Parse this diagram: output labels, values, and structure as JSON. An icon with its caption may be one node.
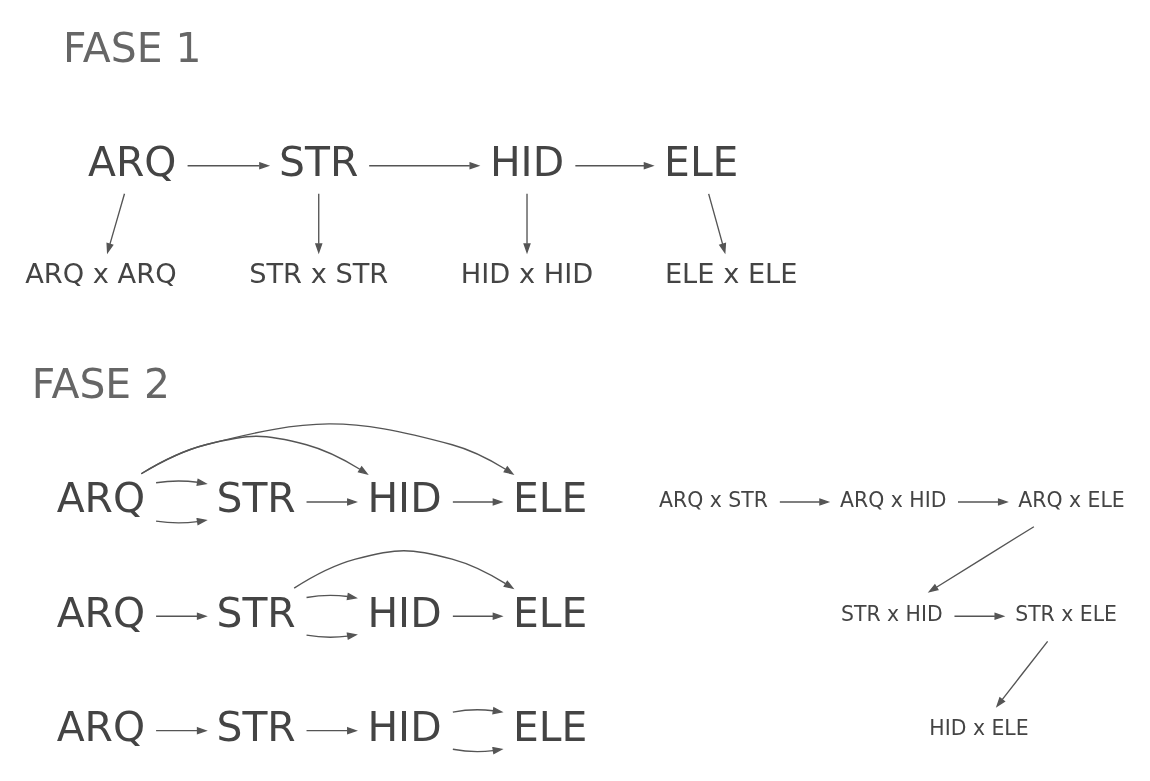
{
  "diagram": {
    "nodes": [
      {
        "text": [
          "ARQ"
        ]
      },
      {
        "text": [
          "STR"
        ]
      },
      {
        "text": [
          "HID"
        ]
      },
      {
        "text": [
          "ELE"
        ]
      },
      {
        "text": [
          "ARQ x ARQ"
        ]
      },
      {
        "text": [
          "STR x STR"
        ]
      },
      {
        "text": [
          "HID x HID"
        ]
      },
      {
        "text": [
          "ELE x ELE"
        ]
      },
      {
        "text": [
          "ARQ"
        ]
      },
      {
        "text": [
          "STR"
        ]
      },
      {
        "text": [
          "HID"
        ]
      },
      {
        "text": [
          "ELE"
        ]
      },
      {
        "text": [
          "ARQ x STR"
        ]
      },
      {
        "text": [
          "ARQ x HID"
        ]
      },
      {
        "text": [
          "ARQ x ELE"
        ]
      },
      {
        "text": [
          "ARQ"
        ]
      },
      {
        "text": [
          "STR"
        ]
      },
      {
        "text": [
          "HID"
        ]
      },
      {
        "text": [
          "ELE"
        ]
      },
      {
        "text": [
          "STR x HID"
        ]
      },
      {
        "text": [
          "STR x ELE"
        ]
      },
      {
        "text": [
          "ARQ"
        ]
      },
      {
        "text": [
          "STR"
        ]
      },
      {
        "text": [
          "HID"
        ]
      },
      {
        "text": [
          "ELE"
        ]
      },
      {
        "text": [
          "HID x ELE"
        ]
      }
    ],
    "edges": [
      {
        "from": 0,
        "to": 1,
        "arrow": "to"
      },
      {
        "from": 1,
        "to": 2,
        "arrow": "to"
      },
      {
        "from": 2,
        "to": 3,
        "arrow": "to"
      },
      {
        "from": 0,
        "to": 4,
        "arrow": "to"
      },
      {
        "from": 1,
        "to": 5,
        "arrow": "to"
      },
      {
        "from": 2,
        "to": 6,
        "arrow": "to"
      },
      {
        "from": 3,
        "to": 7,
        "arrow": "to"
      },
      {
        "from": 8,
        "to": 9,
        "arrow": "to"
      },
      {
        "from": 9,
        "to": 10,
        "arrow": "to"
      },
      {
        "from": 10,
        "to": 11,
        "arrow": "to"
      },
      {
        "from": 8,
        "to": 9,
        "arrow": "to"
      },
      {
        "from": 8,
        "to": 10,
        "arrow": "to"
      },
      {
        "from": 8,
        "to": 11,
        "arrow": "to"
      },
      {
        "from": 12,
        "to": 13,
        "arrow": "to"
      },
      {
        "from": 13,
        "to": 14,
        "arrow": "to"
      },
      {
        "from": 14,
        "to": 19,
        "arrow": "to"
      },
      {
        "from": 15,
        "to": 16,
        "arrow": "to"
      },
      {
        "from": 16,
        "to": 17,
        "arrow": "to"
      },
      {
        "from": 17,
        "to": 18,
        "arrow": "to"
      },
      {
        "from": 16,
        "to": 17,
        "arrow": "to"
      },
      {
        "from": 16,
        "to": 18,
        "arrow": "to"
      },
      {
        "from": 19,
        "to": 20,
        "arrow": "to"
      },
      {
        "from": 20,
        "to": 25,
        "arrow": "to"
      },
      {
        "from": 21,
        "to": 22,
        "arrow": "to"
      },
      {
        "from": 22,
        "to": 23,
        "arrow": "to"
      },
      {
        "from": 23,
        "to": 24,
        "arrow": "to"
      },
      {
        "from": 23,
        "to": 24,
        "arrow": "to"
      }
    ],
    "labels": [
      "FASE 1",
      "FASE 2"
    ]
  }
}
